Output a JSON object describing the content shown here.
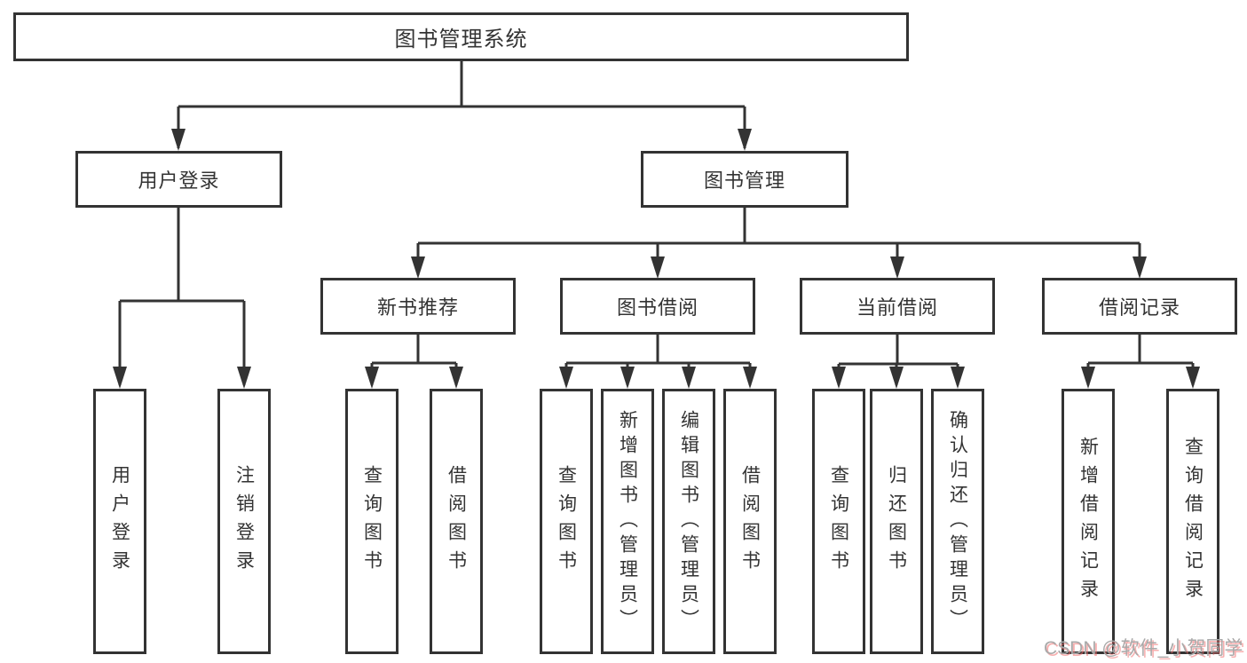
{
  "diagram": {
    "root": {
      "label": "图书管理系统"
    },
    "level2": [
      {
        "label": "用户登录"
      },
      {
        "label": "图书管理"
      }
    ],
    "level3": [
      {
        "label": "新书推荐"
      },
      {
        "label": "图书借阅"
      },
      {
        "label": "当前借阅"
      },
      {
        "label": "借阅记录"
      }
    ],
    "leaves": {
      "user_login": [
        "用户登录",
        "注销登录"
      ],
      "new_book": [
        "查询图书",
        "借阅图书"
      ],
      "book_borrow": [
        "查询图书",
        "新增图书（管理员）",
        "编辑图书（管理员）",
        "借阅图书"
      ],
      "current_borrow": [
        "查询图书",
        "归还图书",
        "确认归还（管理员）"
      ],
      "borrow_record": [
        "新增借阅记录",
        "查询借阅记录"
      ]
    }
  },
  "watermark": {
    "text": "CSDN @软件_小贺同学"
  },
  "colors": {
    "line": "#333333",
    "box_border": "#333333",
    "text": "#333333",
    "background": "#ffffff",
    "watermark_text": "#a9a9a9",
    "watermark_shadow": "#f06e6e"
  }
}
